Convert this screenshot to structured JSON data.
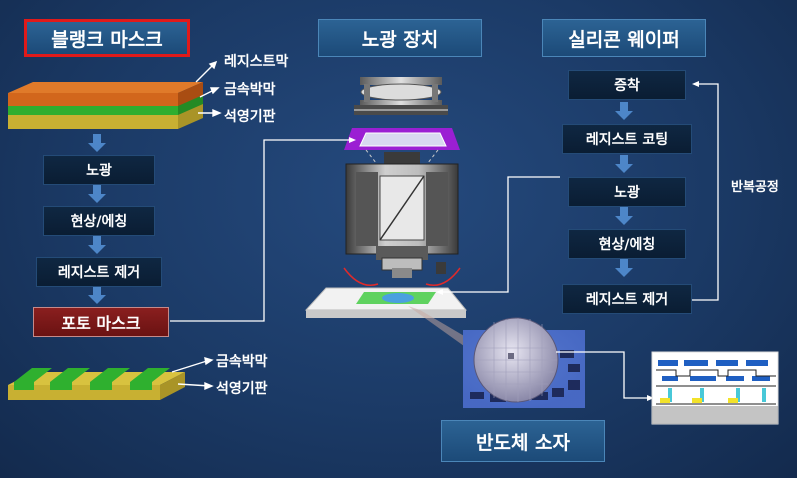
{
  "headers": {
    "blank_mask": "블랭크 마스크",
    "exposure_equipment": "노광 장치",
    "silicon_wafer": "실리콘 웨이퍼",
    "semiconductor_device": "반도체 소자"
  },
  "mask_layers": [
    "레지스트막",
    "금속박막",
    "석영기판"
  ],
  "mask_steps": [
    "노광",
    "현상/에칭",
    "레지스트 제거"
  ],
  "photo_mask": "포토 마스크",
  "photo_mask_layers": [
    "금속박막",
    "석영기판"
  ],
  "wafer_steps": [
    "증착",
    "레지스트 코팅",
    "노광",
    "현상/에칭",
    "레지스트 제거"
  ],
  "repeat_label": "반복공정",
  "colors": {
    "resist": "#d2661c",
    "metal": "#2fae2f",
    "quartz": "#c9b53a",
    "header_border": "#e01a1a"
  }
}
